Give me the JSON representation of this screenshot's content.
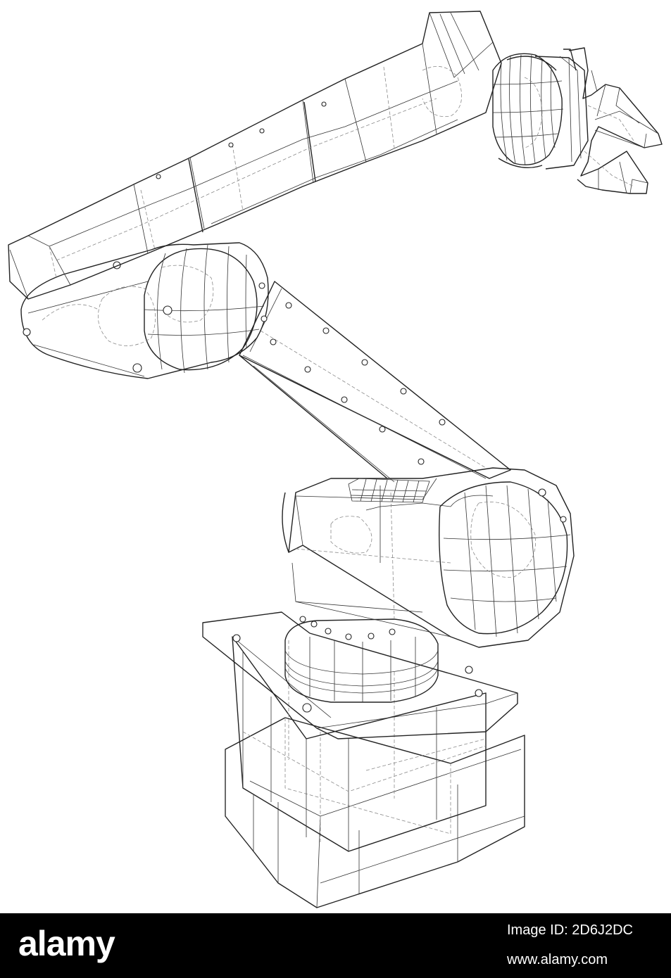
{
  "footer": {
    "logo_text": "alamy",
    "image_id": "Image ID: 2D6J2DC",
    "url": "www.alamy.com"
  },
  "colors": {
    "background": "#ffffff",
    "line": "#222222",
    "hidden_line": "#8a8a8a",
    "footer_bg": "#000000",
    "footer_text": "#ffffff"
  }
}
